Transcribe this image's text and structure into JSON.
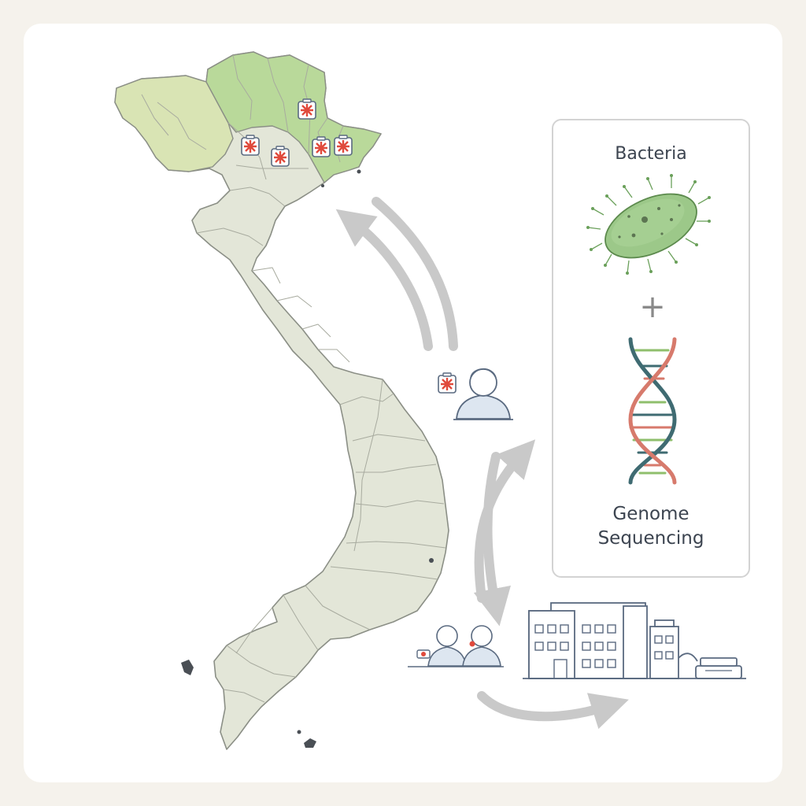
{
  "panel": {
    "title": "Bacteria",
    "plus": "+",
    "footer_line1": "Genome",
    "footer_line2": "Sequencing"
  },
  "colors": {
    "background": "#f5f2ec",
    "card": "#ffffff",
    "land": "#e3e6d8",
    "land_border": "#8b8f86",
    "northern_region": "#b9d99a",
    "northwest_region": "#d9e4b4",
    "bacteria_body": "#9cc889",
    "dna_strand_red": "#d77a6c",
    "dna_strand_teal": "#3f6b72",
    "arrow": "#c9c9c9",
    "icon_stroke": "#5a6a80",
    "person_fill": "#dde6f0",
    "sample_red": "#e04a3c"
  },
  "icons": [
    "vietnam-map",
    "sample-box-icon",
    "patient-icon",
    "health-workers-icon",
    "laboratory-building-icon",
    "sequencer-icon",
    "bacteria-icon",
    "dna-helix-icon",
    "flow-arrow"
  ]
}
